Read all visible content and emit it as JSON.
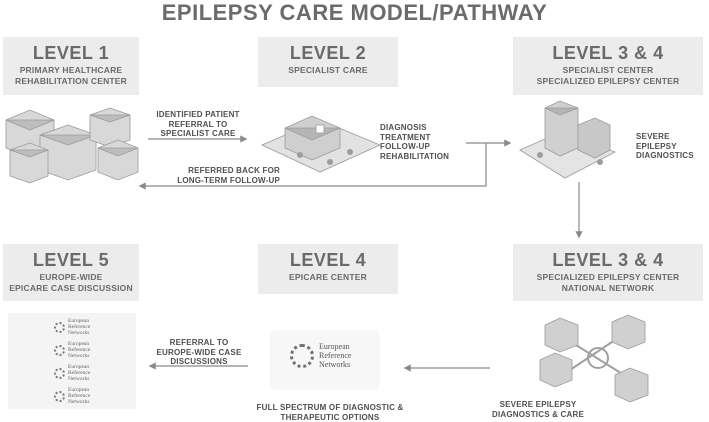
{
  "title": "EPILEPSY CARE MODEL/PATHWAY",
  "levels": [
    {
      "level": "LEVEL 1",
      "sub": [
        "PRIMARY HEALTHCARE",
        "REHABILITATION CENTER"
      ]
    },
    {
      "level": "LEVEL 2",
      "sub": [
        "SPECIALIST CARE"
      ]
    },
    {
      "level": "LEVEL 3 & 4",
      "sub": [
        "SPECIALIST CENTER",
        "SPECIALIZED EPILEPSY CENTER"
      ]
    },
    {
      "level": "LEVEL 5",
      "sub": [
        "EUROPE-WIDE",
        "EPICARE CASE DISCUSSION"
      ]
    },
    {
      "level": "LEVEL 4",
      "sub": [
        "EPICARE CENTER"
      ]
    },
    {
      "level": "LEVEL 3 & 4",
      "sub": [
        "SPECIALIZED EPILEPSY CENTER",
        "NATIONAL NETWORK"
      ]
    }
  ],
  "labels": {
    "referral": [
      "IDENTIFIED PATIENT",
      "REFERRAL TO",
      "SPECIALIST CARE"
    ],
    "referred_back": [
      "REFERRED BACK FOR",
      "LONG-TERM FOLLOW-UP"
    ],
    "diagnosis": [
      "DIAGNOSIS",
      "TREATMENT",
      "FOLLOW-UP",
      "REHABILITATION"
    ],
    "severe_diag": [
      "SEVERE",
      "EPILEPSY",
      "DIAGNOSTICS"
    ],
    "severe_care": [
      "SEVERE EPILEPSY",
      "DIAGNOSTICS & CARE"
    ],
    "full_spectrum": [
      "FULL SPECTRUM OF DIAGNOSTIC &",
      "THERAPEUTIC OPTIONS"
    ],
    "europe_referral": [
      "REFERRAL TO",
      "EUROPE-WIDE CASE",
      "DISCUSSIONS"
    ]
  },
  "ern_logo": [
    "European",
    "Reference",
    "Networks"
  ]
}
